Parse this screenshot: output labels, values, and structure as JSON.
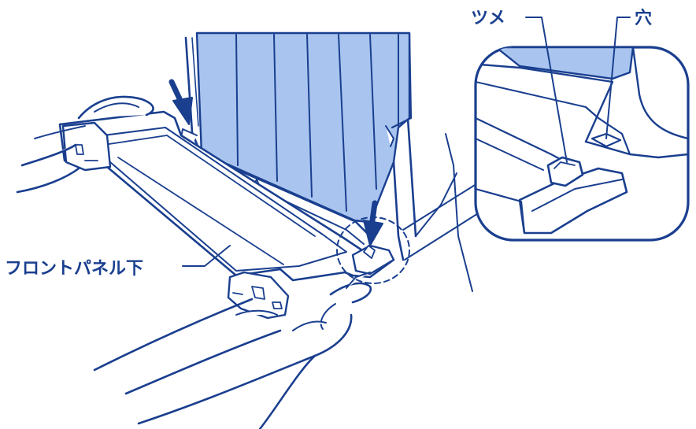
{
  "labels": {
    "claw": "ツメ",
    "hole": "穴",
    "front_panel_lower": "フロントパネル下"
  },
  "colors": {
    "outline": "#1a3f8f",
    "filter_fill": "#a9c4ee",
    "arrow": "#1a3f8f",
    "panel_fill": "#ffffff"
  }
}
